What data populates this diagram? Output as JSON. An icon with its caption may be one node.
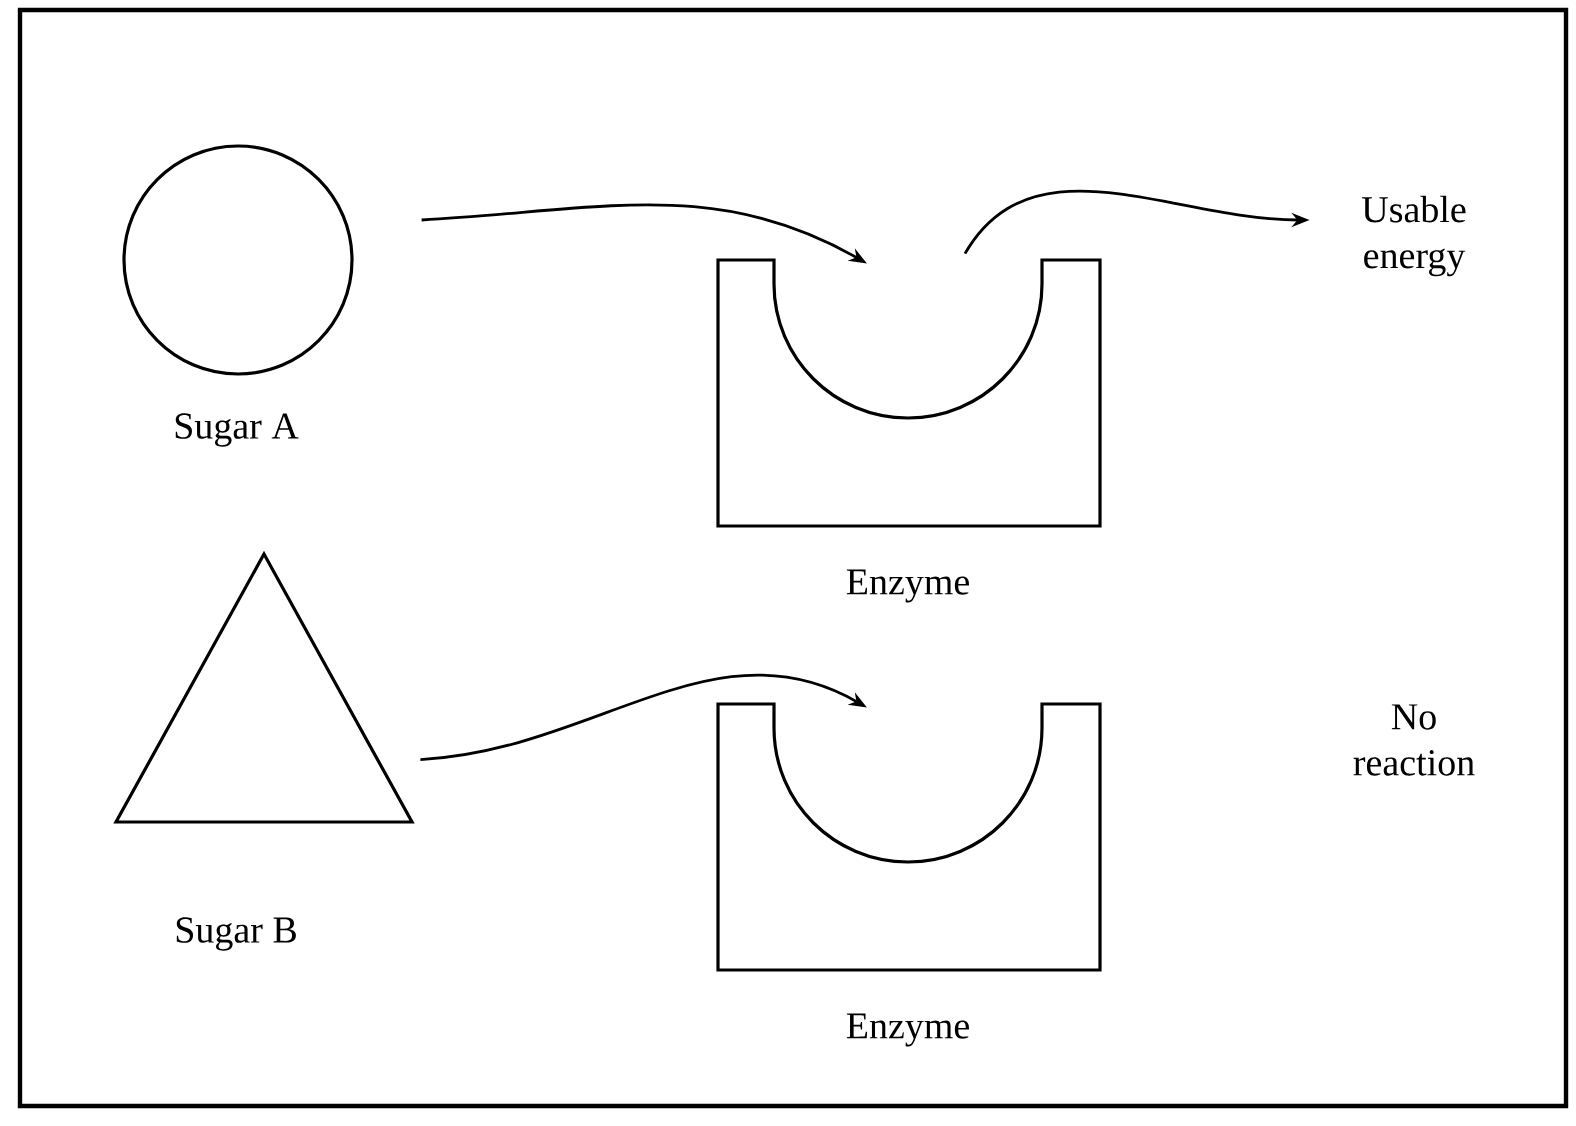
{
  "diagram": {
    "nodes": [
      {
        "text": [
          "Sugar A"
        ]
      },
      {
        "text": [
          "Enzyme"
        ]
      },
      {
        "text": [
          "Usable energy"
        ]
      },
      {
        "text": [
          "Sugar B"
        ]
      },
      {
        "text": [
          "Enzyme"
        ]
      }
    ],
    "edges": [
      {
        "from": 0,
        "to": 1,
        "arrow": "to"
      },
      {
        "from": 1,
        "to": 2,
        "arrow": "to"
      },
      {
        "from": 3,
        "to": 4,
        "arrow": "to"
      }
    ],
    "labels": [
      "No reaction"
    ]
  }
}
